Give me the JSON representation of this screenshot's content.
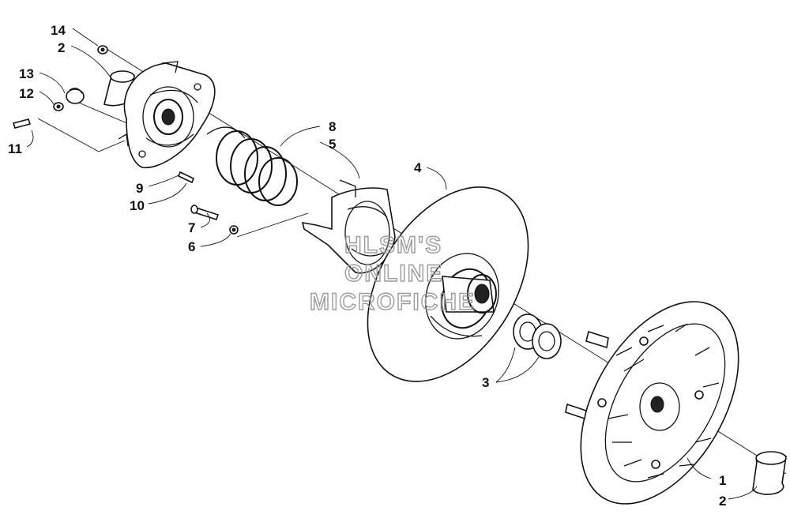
{
  "callouts": [
    {
      "id": "c14",
      "text": "14"
    },
    {
      "id": "c2a",
      "text": "2"
    },
    {
      "id": "c13",
      "text": "13"
    },
    {
      "id": "c12",
      "text": "12"
    },
    {
      "id": "c11",
      "text": "11"
    },
    {
      "id": "c9",
      "text": "9"
    },
    {
      "id": "c10",
      "text": "10"
    },
    {
      "id": "c8",
      "text": "8"
    },
    {
      "id": "c5",
      "text": "5"
    },
    {
      "id": "c4",
      "text": "4"
    },
    {
      "id": "c7",
      "text": "7"
    },
    {
      "id": "c6",
      "text": "6"
    },
    {
      "id": "c3",
      "text": "3"
    },
    {
      "id": "c1",
      "text": "1"
    },
    {
      "id": "c2b",
      "text": "2"
    }
  ],
  "watermark": {
    "line1": "HLSM'S",
    "line2": "ONLINE",
    "line3": "MICROFICHE"
  }
}
